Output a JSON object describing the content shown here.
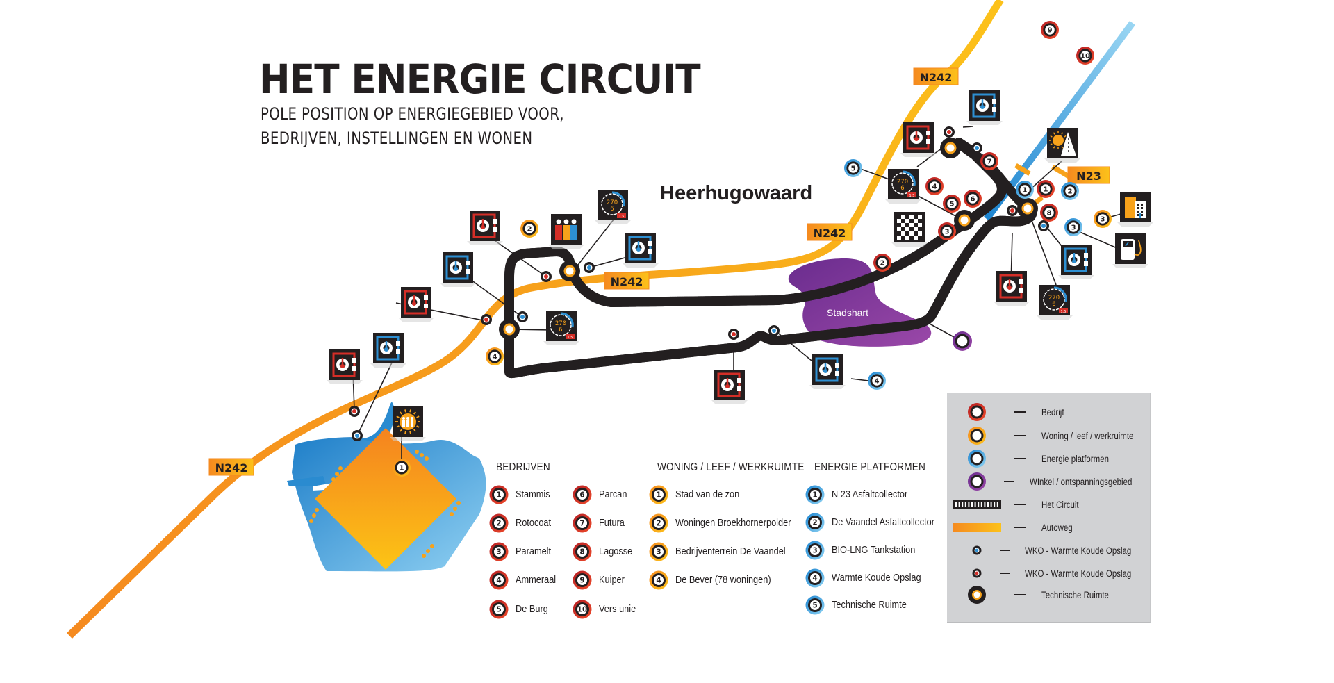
{
  "header": {
    "title": "HET ENERGIE CIRCUIT",
    "subtitle_line1": "POLE POSITION OP ENERGIEGEBIED VOOR,",
    "subtitle_line2": "BEDRIJVEN, INSTELLINGEN EN WONEN"
  },
  "map": {
    "city_label": "Heerhugowaard",
    "district_label": "Stadshart",
    "road_labels": [
      "N242",
      "N242",
      "N242",
      "N242",
      "N23"
    ],
    "gauge_readout": {
      "speed": "270",
      "gear": "6",
      "time": "1.5"
    },
    "colors": {
      "bedrijf": "#d42e27",
      "woning": "#f7a21b",
      "energie": "#2d8fd2",
      "winkel": "#7b3a96",
      "circuit": "#231f20",
      "autoweg_start": "#f58a1f",
      "autoweg_end": "#fcc11a",
      "water": "#2c8fd4",
      "stadshart": "#7d3595",
      "n23_line": "#5ab3e6"
    },
    "markers": {
      "bedrijf": [
        "9",
        "10",
        "7",
        "4",
        "5",
        "6",
        "3",
        "2",
        "1",
        "8"
      ],
      "woning": [
        "2",
        "4",
        "3",
        "1"
      ],
      "energie": [
        "5",
        "1",
        "2",
        "3",
        "4"
      ]
    },
    "icons": [
      "wko-red-icon",
      "wko-blue-icon",
      "gauge-icon",
      "people-icon",
      "checkered-flag-icon",
      "solar-road-icon",
      "building-icon",
      "fuel-pump-icon",
      "sun-people-icon"
    ]
  },
  "legend_lists": {
    "bedrijven": {
      "title": "BEDRIJVEN",
      "items": [
        {
          "num": "1",
          "label": "Stammis"
        },
        {
          "num": "2",
          "label": "Rotocoat"
        },
        {
          "num": "3",
          "label": "Paramelt"
        },
        {
          "num": "4",
          "label": "Ammeraal"
        },
        {
          "num": "5",
          "label": "De Burg"
        },
        {
          "num": "6",
          "label": "Parcan"
        },
        {
          "num": "7",
          "label": "Futura"
        },
        {
          "num": "8",
          "label": "Lagosse"
        },
        {
          "num": "9",
          "label": "Kuiper"
        },
        {
          "num": "10",
          "label": "Vers unie"
        }
      ]
    },
    "woning": {
      "title": "WONING / LEEF / WERKRUIMTE",
      "items": [
        {
          "num": "1",
          "label": "Stad van de zon"
        },
        {
          "num": "2",
          "label": "Woningen Broekhornerpolder"
        },
        {
          "num": "3",
          "label": "Bedrijventerrein De Vaandel"
        },
        {
          "num": "4",
          "label": "De Bever (78 woningen)"
        }
      ]
    },
    "energie": {
      "title": "ENERGIE PLATFORMEN",
      "items": [
        {
          "num": "1",
          "label": "N 23 Asfaltcollector"
        },
        {
          "num": "2",
          "label": "De Vaandel Asfaltcollector"
        },
        {
          "num": "3",
          "label": "BIO-LNG Tankstation"
        },
        {
          "num": "4",
          "label": "Warmte Koude Opslag"
        },
        {
          "num": "5",
          "label": "Technische Ruimte"
        }
      ]
    }
  },
  "legend_box": {
    "items": [
      {
        "symbol": "bedrijf-ring",
        "label": "Bedrijf"
      },
      {
        "symbol": "woning-ring",
        "label": "Woning / leef / werkruimte"
      },
      {
        "symbol": "energie-ring",
        "label": "Energie platformen"
      },
      {
        "symbol": "winkel-ring",
        "label": "WInkel / ontspanningsgebied"
      },
      {
        "symbol": "circuit-bar",
        "label": "Het Circuit"
      },
      {
        "symbol": "autoweg-bar",
        "label": "Autoweg"
      },
      {
        "symbol": "wko-blue-dot",
        "label": "WKO - Warmte Koude Opslag"
      },
      {
        "symbol": "wko-red-dot",
        "label": "WKO - Warmte Koude Opslag"
      },
      {
        "symbol": "technische-ruimte-dot",
        "label": "Technische Ruimte"
      }
    ]
  }
}
